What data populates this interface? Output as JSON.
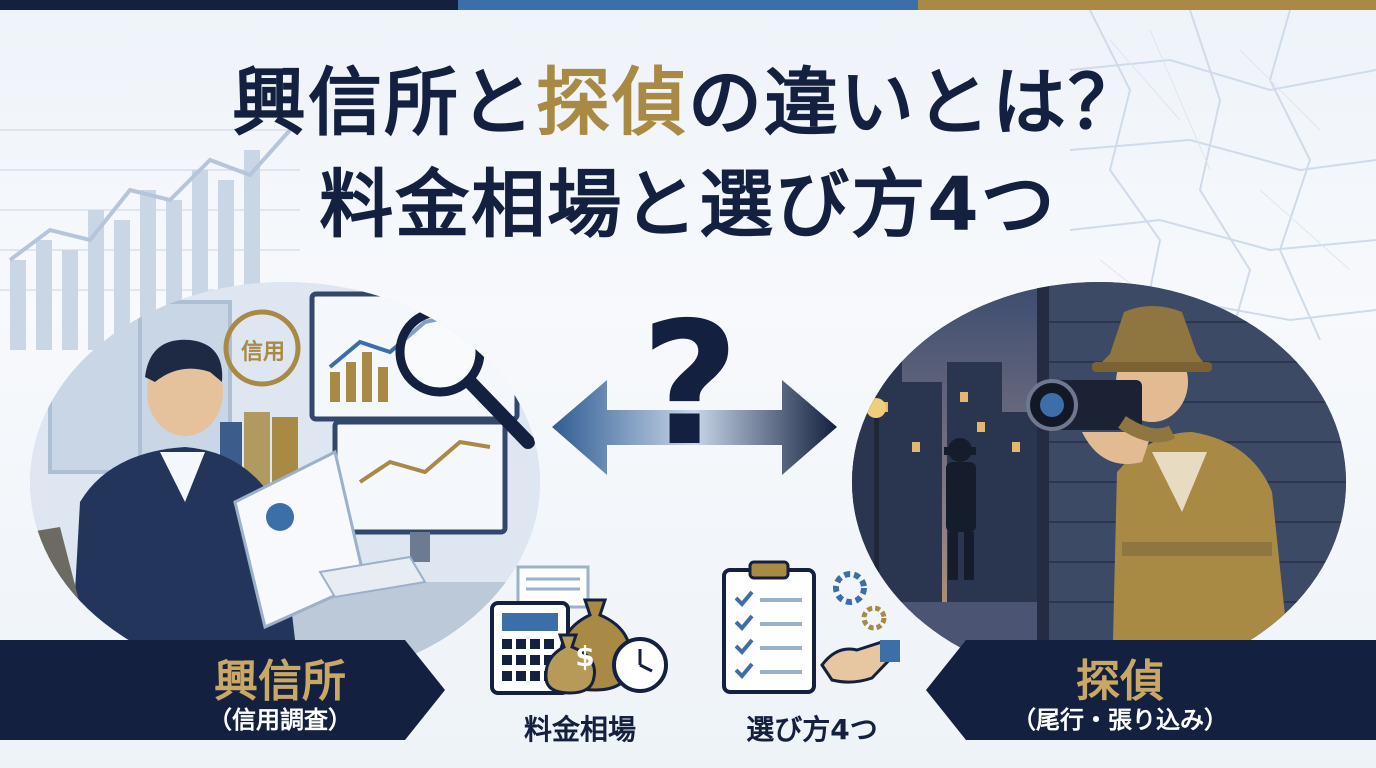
{
  "title": {
    "line1_a": "興信所と",
    "line1_b": "探偵",
    "line1_c": "の違いとは？",
    "line2": "料金相場と選び方4つ"
  },
  "left_panel": {
    "stamp_text": "信用",
    "label_main": "興信所",
    "label_sub": "（信用調査）"
  },
  "right_panel": {
    "label_main": "探偵",
    "label_sub": "（尾行・張り込み）"
  },
  "center": {
    "question_mark": "?"
  },
  "icons": {
    "pricing_caption": "料金相場",
    "selection_caption": "選び方4つ",
    "currency_symbol": "$"
  },
  "colors": {
    "navy": "#13203f",
    "gold": "#a88a45",
    "blue": "#3c6ea8",
    "light": "#eef3f9"
  }
}
